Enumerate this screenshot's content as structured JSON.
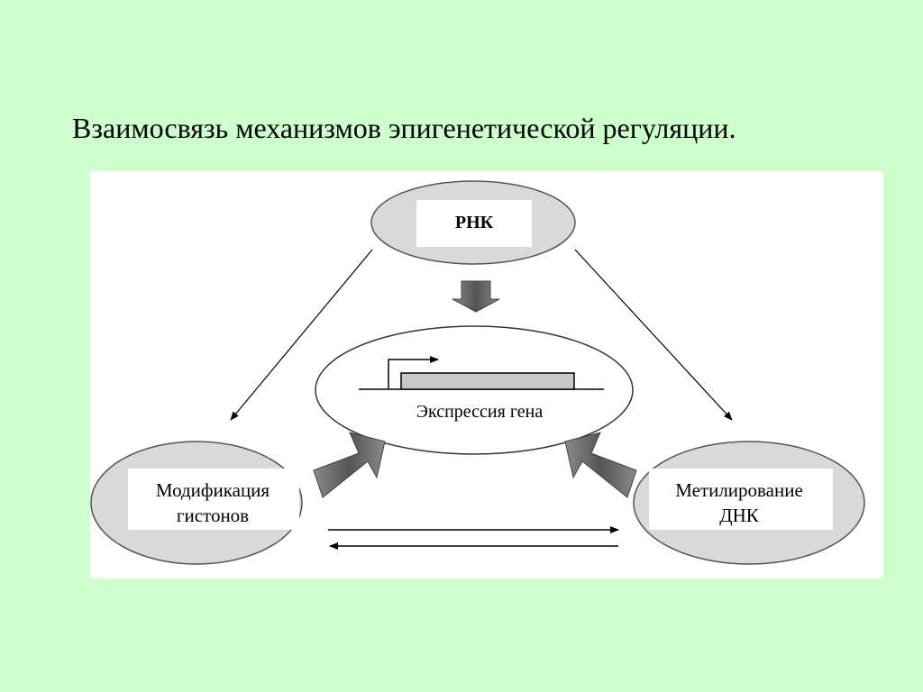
{
  "slide": {
    "title": "Взаимосвязь механизмов эпигенетической регуляции.",
    "background_color": "#ccffcc"
  },
  "diagram": {
    "panel_color": "#ffffff",
    "ellipse_fill": "#d9d9d9",
    "arrow_fill": "#6e6e6e",
    "nodes": {
      "rna": {
        "label": "РНК"
      },
      "gene_expression": {
        "label": "Экспрессия гена"
      },
      "histone_modification": {
        "line1": "Модификация",
        "line2": "гистонов"
      },
      "dna_methylation": {
        "line1": "Метилирование",
        "line2": "ДНК"
      }
    }
  }
}
